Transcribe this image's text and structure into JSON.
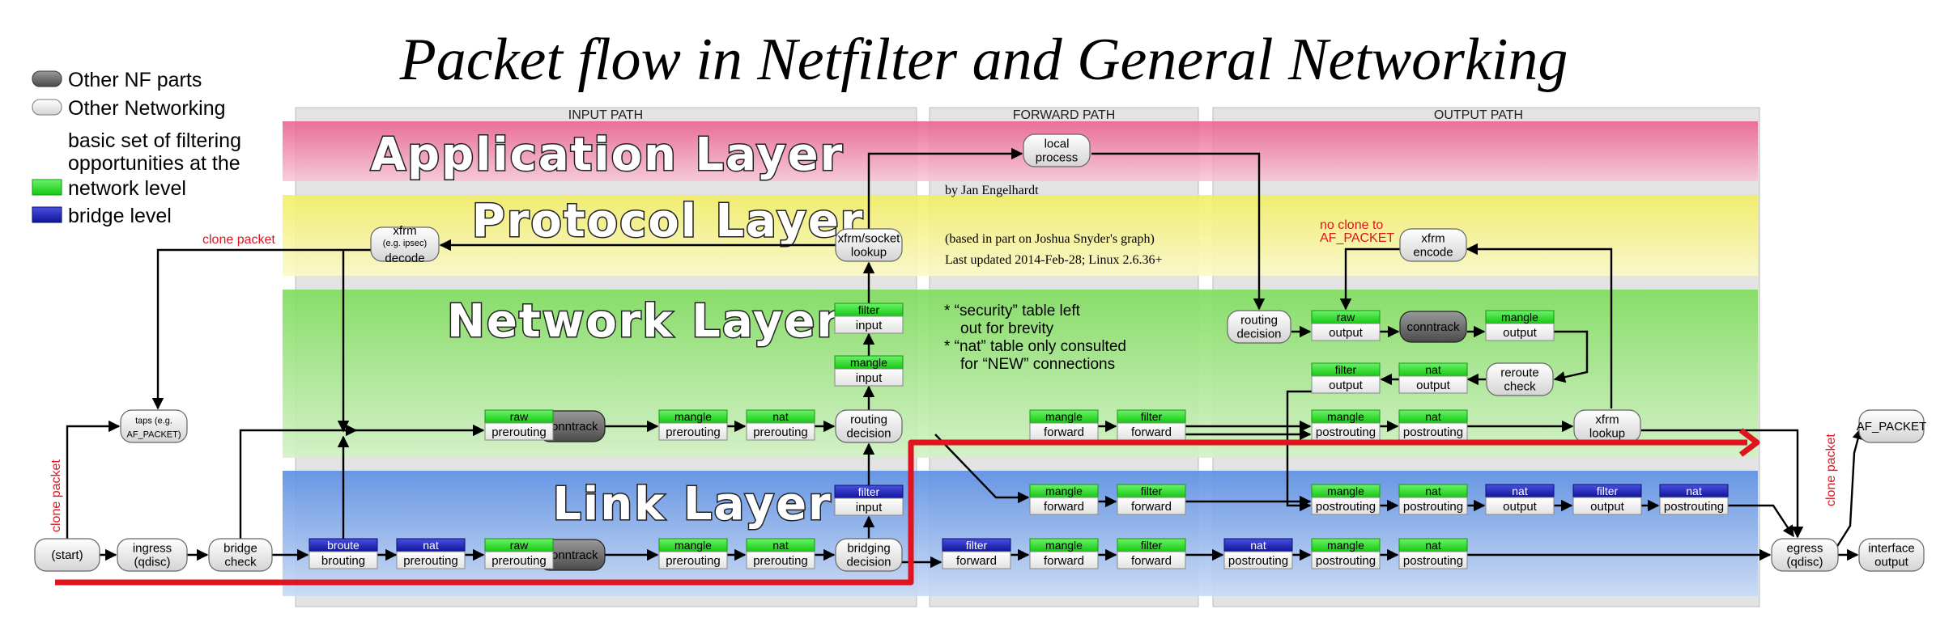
{
  "title": "Packet flow in Netfilter and General Networking",
  "legend": {
    "nf_parts": "Other NF parts",
    "networking": "Other Networking",
    "desc_line1": "basic set of filtering",
    "desc_line2": "opportunities at the",
    "network_level": "network level",
    "bridge_level": "bridge level"
  },
  "paths": {
    "input": "INPUT PATH",
    "forward": "FORWARD PATH",
    "output": "OUTPUT PATH"
  },
  "layers": {
    "application": "Application Layer",
    "protocol": "Protocol Layer",
    "network": "Network Layer",
    "link": "Link Layer"
  },
  "author": {
    "line1": "by Jan Engelhardt",
    "line2": "(based in part on Joshua Snyder's graph)",
    "line3": "Last updated 2014-Feb-28; Linux 2.6.36+"
  },
  "notes": {
    "line1": "* “security” table left",
    "line2": "out for brevity",
    "line3": "* “nat” table only consulted",
    "line4": "for “NEW” connections"
  },
  "red_labels": {
    "clone_packet_top": "clone packet",
    "clone_packet_left": "clone packet",
    "clone_packet_right": "clone packet",
    "no_clone_1": "no clone to",
    "no_clone_2": "AF_PACKET"
  },
  "nodes": {
    "start": "(start)",
    "ingress": [
      "ingress",
      "(qdisc)"
    ],
    "bridge_check": [
      "bridge",
      "check"
    ],
    "taps": [
      "taps (e.g.",
      "AF_PACKET)"
    ],
    "xfrm_decode": [
      "xfrm",
      "(e.g. ipsec)",
      "decode"
    ],
    "xfrm_socket": [
      "xfrm/socket",
      "lookup"
    ],
    "local_process": [
      "local",
      "process"
    ],
    "routing_in": [
      "routing",
      "decision"
    ],
    "bridging": [
      "bridging",
      "decision"
    ],
    "routing_out": [
      "routing",
      "decision"
    ],
    "xfrm_encode": [
      "xfrm",
      "encode"
    ],
    "reroute": [
      "reroute",
      "check"
    ],
    "xfrm_lookup": [
      "xfrm",
      "lookup"
    ],
    "af_packet": "AF_PACKET",
    "egress": [
      "egress",
      "(qdisc)"
    ],
    "iface_out": [
      "interface",
      "output"
    ],
    "conntrack": "conntrack"
  },
  "hooks": {
    "raw": "raw",
    "mangle": "mangle",
    "nat": "nat",
    "filter": "filter",
    "broute": "broute",
    "prerouting": "prerouting",
    "postrouting": "postrouting",
    "input": "input",
    "output": "output",
    "forward": "forward",
    "brouting": "brouting"
  },
  "colors": {
    "network_green": "#22e01f",
    "bridge_blue": "#2026c0",
    "flow_red": "#e0141e",
    "app_layer": "#ef6c95",
    "proto_layer": "#f7f384",
    "net_layer": "#8ee06e",
    "link_layer": "#6ea0e8"
  }
}
